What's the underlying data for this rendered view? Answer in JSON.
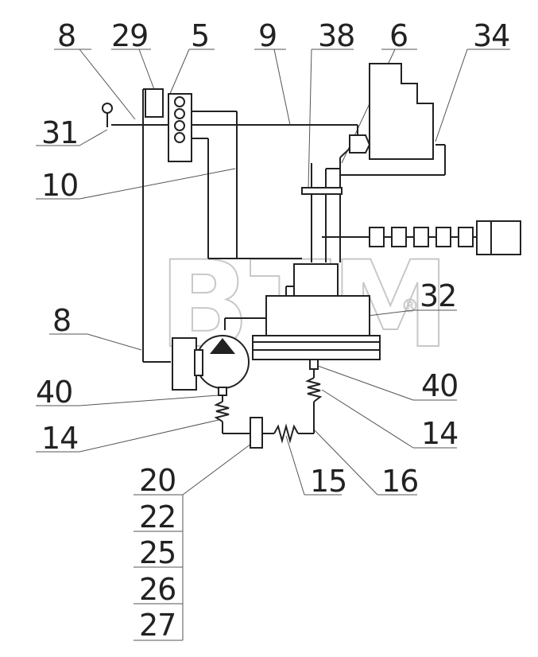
{
  "watermark": {
    "brand": "BTM",
    "registered_mark": "®"
  },
  "callouts": {
    "c8_top": "8",
    "c29": "29",
    "c5": "5",
    "c9": "9",
    "c38": "38",
    "c6": "6",
    "c34": "34",
    "c31": "31",
    "c10": "10",
    "c32": "32",
    "c8_mid": "8",
    "c40_left": "40",
    "c40_right": "40",
    "c14_left": "14",
    "c14_right": "14",
    "c15": "15",
    "c16": "16",
    "c20": "20",
    "c22": "22",
    "c25": "25",
    "c26": "26",
    "c27": "27"
  }
}
